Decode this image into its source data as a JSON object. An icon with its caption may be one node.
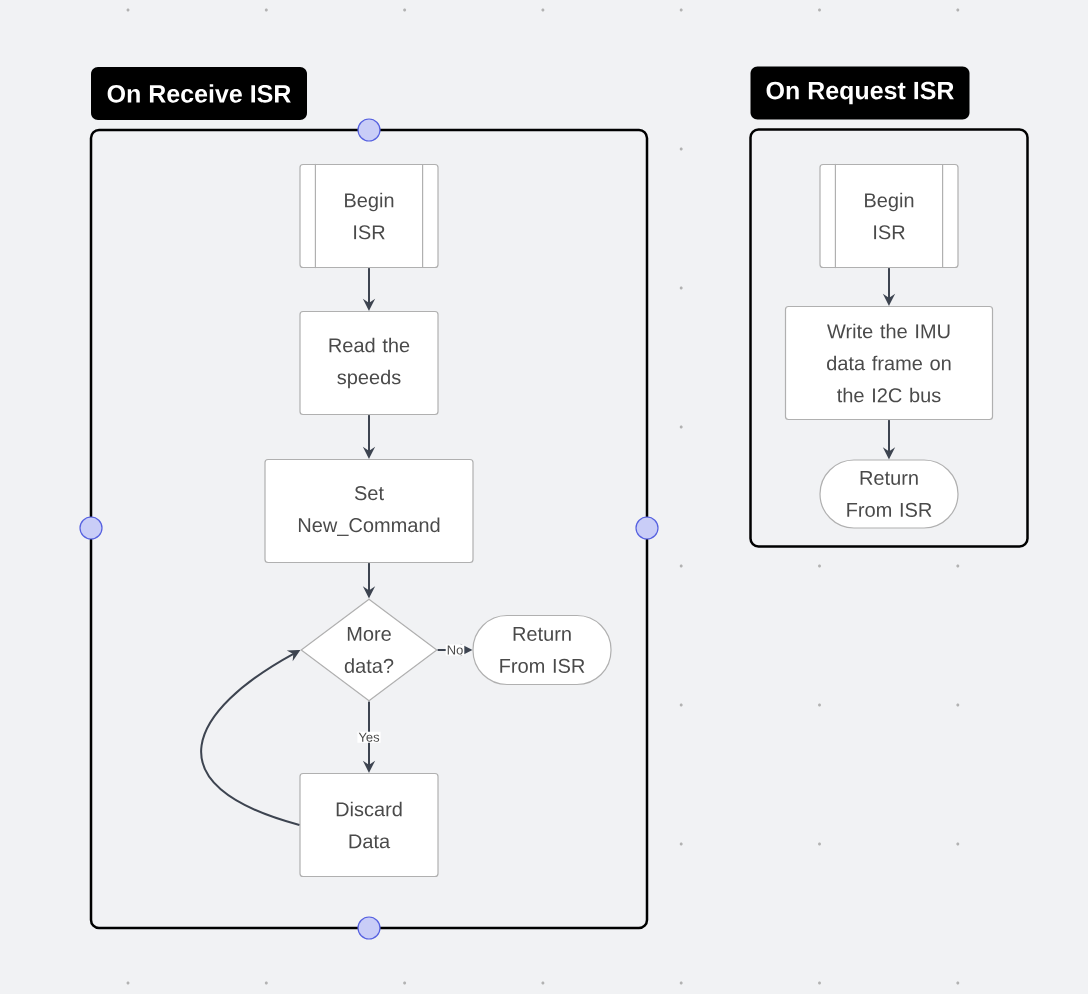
{
  "diagram": {
    "nodes": [
      {
        "text": [
          "On Receive ISR"
        ]
      },
      {
        "text": [
          "Begin ISR"
        ],
        "in": 0
      },
      {
        "text": [
          "Read the speeds"
        ],
        "in": 0
      },
      {
        "text": [
          "Set New_Command"
        ],
        "in": 0
      },
      {
        "text": [
          "More data?"
        ],
        "in": 0
      },
      {
        "text": [
          "Return From ISR"
        ],
        "in": 0
      },
      {
        "text": [
          "Discard Data"
        ],
        "in": 0
      },
      {
        "text": [
          "On Request ISR"
        ]
      },
      {
        "text": [
          "Begin ISR"
        ],
        "in": 7
      },
      {
        "text": [
          "Write the IMU data frame on the I2C bus"
        ],
        "in": 7
      },
      {
        "text": [
          "Return From ISR"
        ],
        "in": 7
      }
    ],
    "edges": [
      {
        "from": 1,
        "to": 2,
        "arrow": "to"
      },
      {
        "from": 2,
        "to": 3,
        "arrow": "to"
      },
      {
        "from": 3,
        "to": 4,
        "arrow": "to"
      },
      {
        "from": 4,
        "to": 5,
        "label": "No",
        "arrow": "to"
      },
      {
        "from": 4,
        "to": 6,
        "label": "Yes",
        "arrow": "to"
      },
      {
        "from": 6,
        "to": 4,
        "arrow": "to"
      },
      {
        "from": 8,
        "to": 9,
        "arrow": "to"
      },
      {
        "from": 9,
        "to": 10,
        "arrow": "to"
      }
    ]
  }
}
